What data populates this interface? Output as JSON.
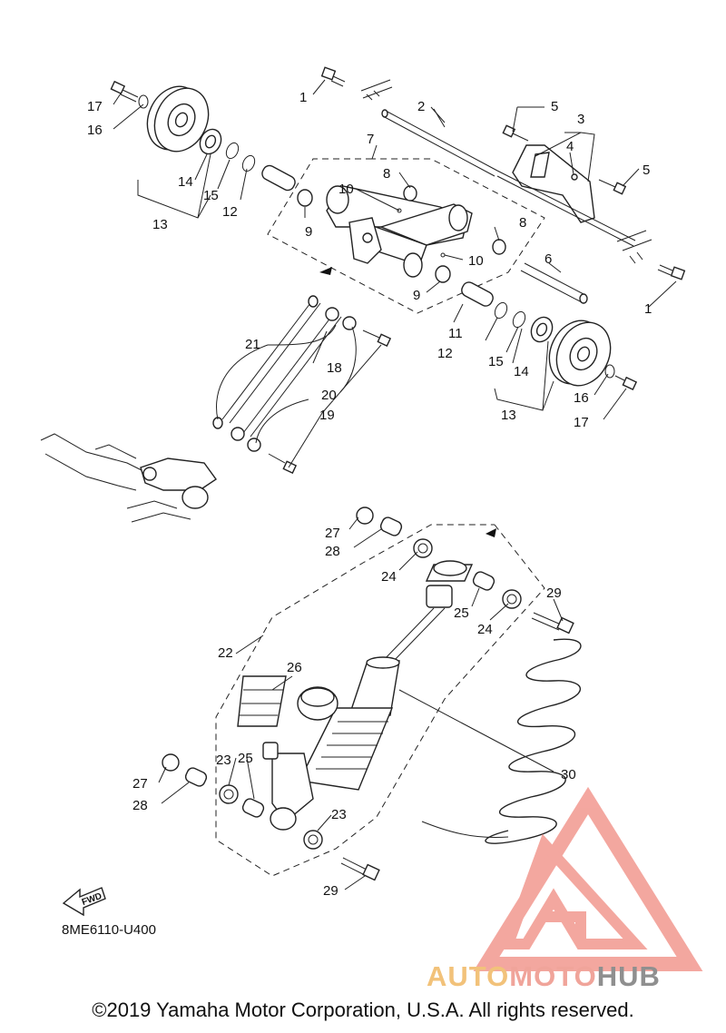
{
  "diagram": {
    "part_code": "8ME6110-U400",
    "copyright": "©2019 Yamaha Motor Corporation, U.S.A. All rights reserved.",
    "fwd_label": "FWD",
    "watermark": {
      "part1": "AUTO",
      "part2": "MOTO",
      "part3": "HUB",
      "colors": {
        "auto": "#f2c27a",
        "moto": "#f0a49a",
        "hub": "#8f8f8f",
        "logo": "#f08a80"
      }
    },
    "callouts": [
      "1",
      "1",
      "2",
      "3",
      "4",
      "5",
      "5",
      "6",
      "7",
      "8",
      "8",
      "9",
      "9",
      "10",
      "10",
      "11",
      "12",
      "12",
      "13",
      "13",
      "14",
      "14",
      "15",
      "15",
      "16",
      "16",
      "17",
      "17",
      "18",
      "19",
      "20",
      "21",
      "22",
      "23",
      "23",
      "24",
      "24",
      "25",
      "25",
      "26",
      "27",
      "27",
      "28",
      "28",
      "29",
      "29",
      "30"
    ]
  }
}
